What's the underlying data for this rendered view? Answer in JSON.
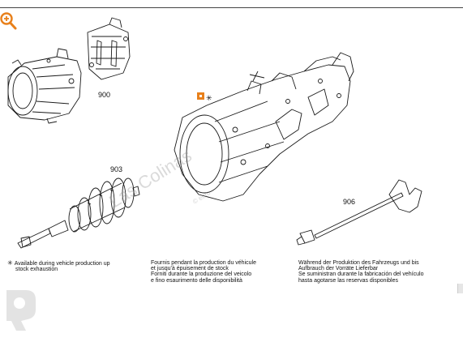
{
  "icons": {
    "zoom": "zoom-in-icon",
    "marker": "orange-square-marker-icon",
    "logo": "las-colinas-logo-icon"
  },
  "colors": {
    "accent": "#e8801b",
    "line": "#1a1a1a",
    "watermark": "#969696"
  },
  "parts": {
    "p900": "900",
    "p903": "903",
    "p906": "906"
  },
  "marker": {
    "star": "✳"
  },
  "notes": {
    "en": {
      "star": "✳",
      "line1": "Available during vehicle production up",
      "line2": "stock exhaustion"
    },
    "fr_it": {
      "line1": "Fournis pendant la production du véhicule",
      "line2": "et jusqu'à épuisement de stock",
      "line3": "Forniti durante la produzione del veicolo",
      "line4": "e fino esaurimento delle disponibilità"
    },
    "de_es": {
      "line1": "Während der Produktion des Fahrzeugs und bis",
      "line2": "Aufbrauch der Vorräte Lieferbar",
      "line3": "Se suministran durante la fabricación del vehículo",
      "line4": "hasta agotarse las reservas disponibles"
    }
  },
  "watermark": {
    "main": "Las Colinas",
    "sub": "© euro"
  }
}
